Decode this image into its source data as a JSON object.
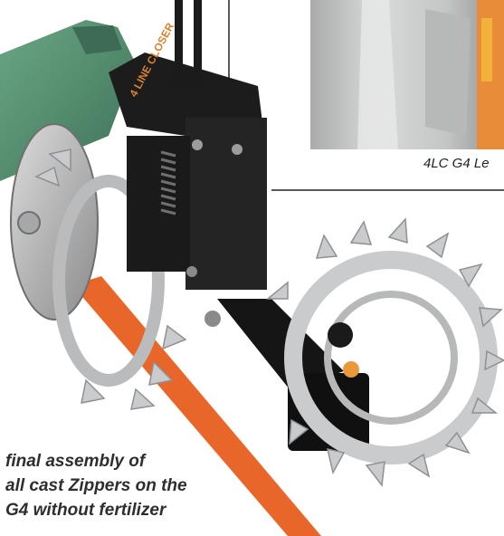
{
  "inset": {
    "caption": "4LC G4 Le"
  },
  "caption": {
    "lines": [
      "final assembly of",
      "all cast Zippers on the",
      "G4 without fertilizer"
    ]
  },
  "decal_text": "4 LINE CLOSER",
  "colors": {
    "frame_green": "#4e8a6a",
    "bracket_black": "#1c1c1c",
    "cast_metal": "#c9cbcd",
    "orange_bar": "#e8662a",
    "callout_line": "#222222"
  }
}
